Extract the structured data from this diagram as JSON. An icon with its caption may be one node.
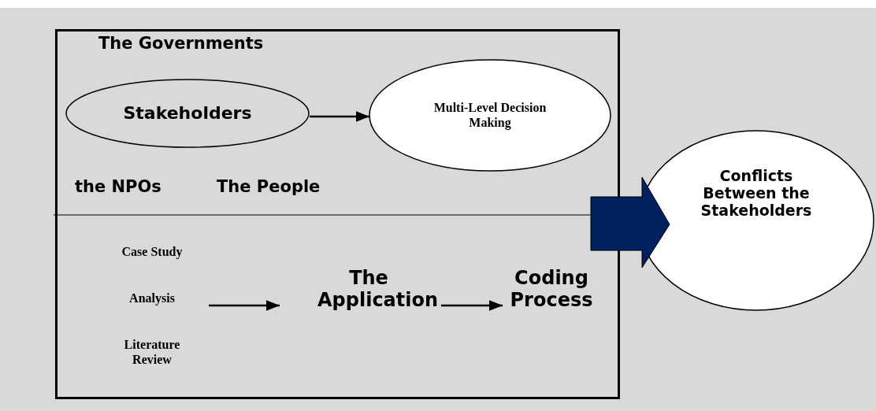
{
  "diagram": {
    "nodes": [
      {
        "text": [],
        "shape": "box"
      },
      {
        "text": [
          "Stakeholders"
        ],
        "in": 0
      },
      {
        "text": [
          "Multi-Level Decision Making"
        ],
        "in": 0
      },
      {
        "text": [
          "Case Study",
          "Analysis",
          "Literature Review"
        ],
        "in": 0
      },
      {
        "text": [
          "The Application"
        ],
        "in": 0
      },
      {
        "text": [
          "Coding Process"
        ],
        "in": 0
      },
      {
        "text": [
          "Conflicts Between the Stakeholders"
        ]
      }
    ],
    "edges": [
      {
        "from": 1,
        "to": 2,
        "arrow": "to"
      },
      {
        "from": 3,
        "to": 4,
        "arrow": "to"
      },
      {
        "from": 4,
        "to": 5,
        "arrow": "to"
      },
      {
        "from": 0,
        "to": 6,
        "arrow": "to",
        "style": "thick",
        "color": "#002060"
      }
    ],
    "labels": [
      "The Governments",
      "the NPOs",
      "The People"
    ]
  }
}
